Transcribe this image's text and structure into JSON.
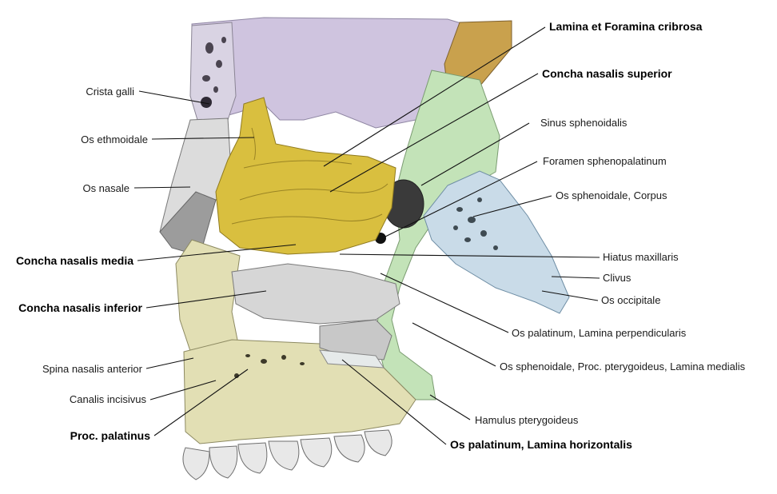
{
  "colors": {
    "background": "#ffffff",
    "os_ethmoidale": "#d9bf3f",
    "os_sphenoidale": "#c3e3b8",
    "os_occipitale": "#c9dbe8",
    "os_frontale": "#cfc4df",
    "os_palatinum": "#e4e8e8",
    "maxilla": "#e2dfb4",
    "os_nasale": "#d8d8d8",
    "concha_inferior": "#d6d6d6",
    "os_parietale": "#c9a14d",
    "teeth": "#e8e8e8"
  },
  "labels": [
    {
      "id": "lamina-cribrosa",
      "text": "Lamina et Foramina cribrosa",
      "bold": true
    },
    {
      "id": "concha-superior",
      "text": "Concha nasalis superior",
      "bold": true
    },
    {
      "id": "crista-galli",
      "text": "Crista galli",
      "bold": false
    },
    {
      "id": "sinus-sphenoidalis",
      "text": "Sinus sphenoidalis",
      "bold": false
    },
    {
      "id": "os-ethmoidale",
      "text": "Os ethmoidale",
      "bold": false
    },
    {
      "id": "foramen-sphenopalatinum",
      "text": "Foramen sphenopalatinum",
      "bold": false
    },
    {
      "id": "os-nasale",
      "text": "Os nasale",
      "bold": false
    },
    {
      "id": "os-sphenoidale-corpus",
      "text": "Os sphenoidale, Corpus",
      "bold": false
    },
    {
      "id": "concha-media",
      "text": "Concha nasalis media",
      "bold": true
    },
    {
      "id": "hiatus-maxillaris",
      "text": "Hiatus maxillaris",
      "bold": false
    },
    {
      "id": "clivus",
      "text": "Clivus",
      "bold": false
    },
    {
      "id": "concha-inferior",
      "text": "Concha nasalis inferior",
      "bold": true
    },
    {
      "id": "os-occipitale",
      "text": "Os occipitale",
      "bold": false
    },
    {
      "id": "lamina-perpendicularis",
      "text": "Os palatinum, Lamina perpendicularis",
      "bold": false
    },
    {
      "id": "spina-nasalis",
      "text": "Spina nasalis anterior",
      "bold": false
    },
    {
      "id": "lamina-medialis",
      "text": "Os sphenoidale, Proc. pterygoideus, Lamina medialis",
      "bold": false
    },
    {
      "id": "canalis-incisivus",
      "text": "Canalis incisivus",
      "bold": false
    },
    {
      "id": "hamulus",
      "text": "Hamulus pterygoideus",
      "bold": false
    },
    {
      "id": "proc-palatinus",
      "text": "Proc. palatinus",
      "bold": true
    },
    {
      "id": "lamina-horizontalis",
      "text": "Os palatinum, Lamina horizontalis",
      "bold": true
    }
  ]
}
